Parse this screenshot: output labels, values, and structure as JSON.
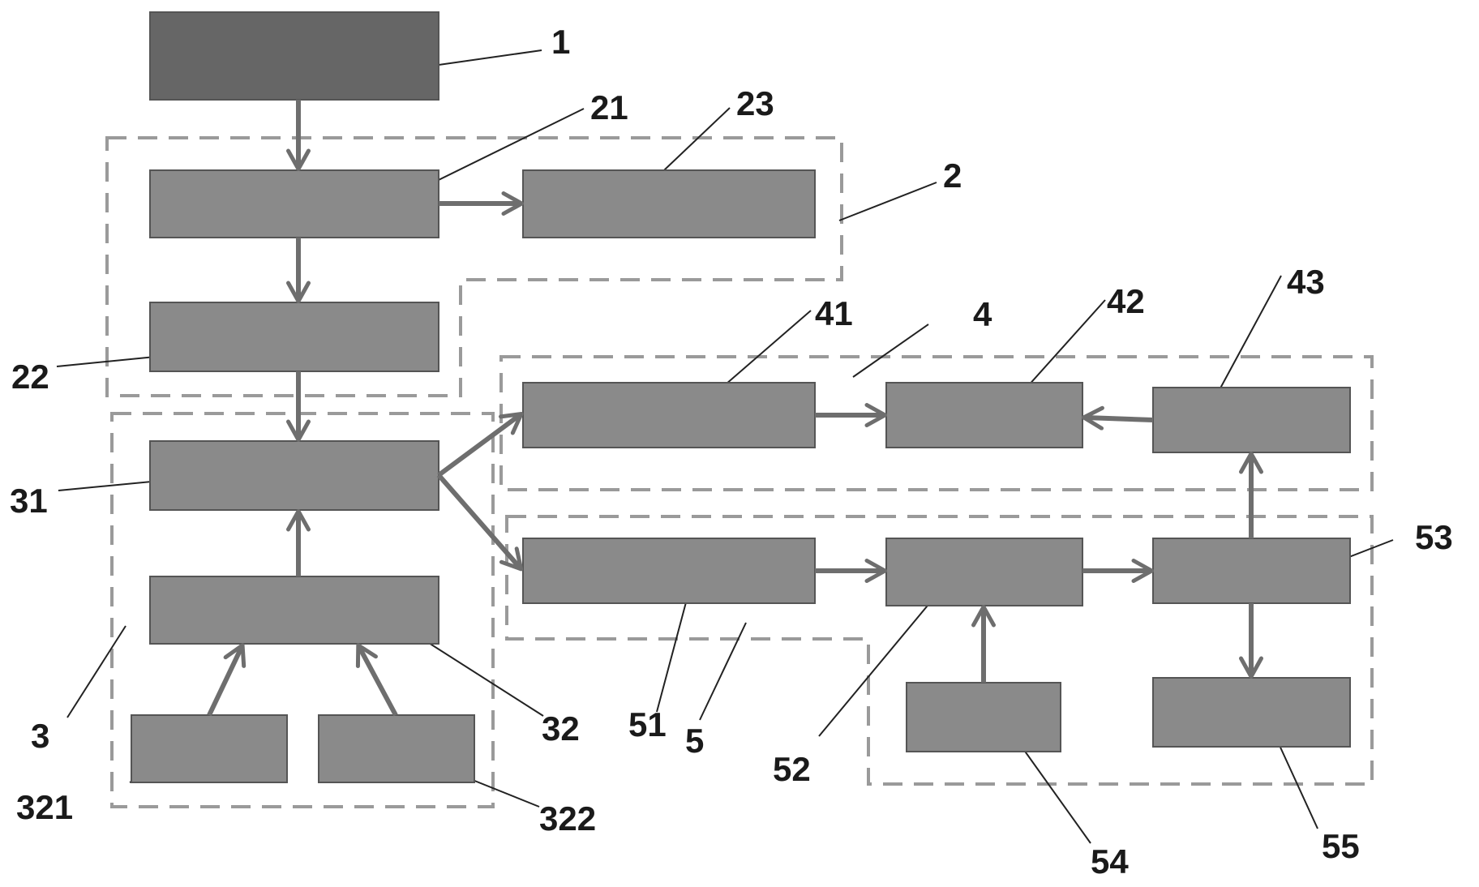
{
  "colors": {
    "background": "#ffffff",
    "block_fill": "#8a8a8a",
    "top_block_fill": "#666666",
    "block_stroke": "#555555",
    "arrow": "#6e6e6e",
    "dashed_group": "#9a9a9a",
    "leader_line": "#222222",
    "label_text": "#1a1a1a"
  },
  "blocks": [
    {
      "id": "block-1",
      "kind": "source"
    },
    {
      "id": "block-21"
    },
    {
      "id": "block-23"
    },
    {
      "id": "block-22"
    },
    {
      "id": "block-31"
    },
    {
      "id": "block-32"
    },
    {
      "id": "block-321"
    },
    {
      "id": "block-322"
    },
    {
      "id": "block-41"
    },
    {
      "id": "block-42"
    },
    {
      "id": "block-43"
    },
    {
      "id": "block-51"
    },
    {
      "id": "block-52"
    },
    {
      "id": "block-53"
    },
    {
      "id": "block-54"
    },
    {
      "id": "block-55"
    }
  ],
  "groups": [
    {
      "id": "group-2"
    },
    {
      "id": "group-3"
    },
    {
      "id": "group-4"
    },
    {
      "id": "group-5"
    }
  ],
  "arrows": [
    {
      "from": "block-1",
      "to": "block-21"
    },
    {
      "from": "block-21",
      "to": "block-23"
    },
    {
      "from": "block-21",
      "to": "block-22"
    },
    {
      "from": "block-22",
      "to": "block-31"
    },
    {
      "from": "block-32",
      "to": "block-31"
    },
    {
      "from": "block-321",
      "to": "block-32"
    },
    {
      "from": "block-322",
      "to": "block-32"
    },
    {
      "from": "block-31",
      "to": "block-41"
    },
    {
      "from": "block-31",
      "to": "block-51"
    },
    {
      "from": "block-41",
      "to": "block-42"
    },
    {
      "from": "block-43",
      "to": "block-42"
    },
    {
      "from": "block-51",
      "to": "block-52"
    },
    {
      "from": "block-52",
      "to": "block-53"
    },
    {
      "from": "block-54",
      "to": "block-52"
    },
    {
      "from": "block-53",
      "to": "block-43"
    },
    {
      "from": "block-53",
      "to": "block-55"
    }
  ],
  "labels": {
    "l1": "1",
    "l2": "2",
    "l21": "21",
    "l22": "22",
    "l23": "23",
    "l3": "3",
    "l31": "31",
    "l32": "32",
    "l321": "321",
    "l322": "322",
    "l4": "4",
    "l41": "41",
    "l42": "42",
    "l43": "43",
    "l5": "5",
    "l51": "51",
    "l52": "52",
    "l53": "53",
    "l54": "54",
    "l55": "55"
  }
}
